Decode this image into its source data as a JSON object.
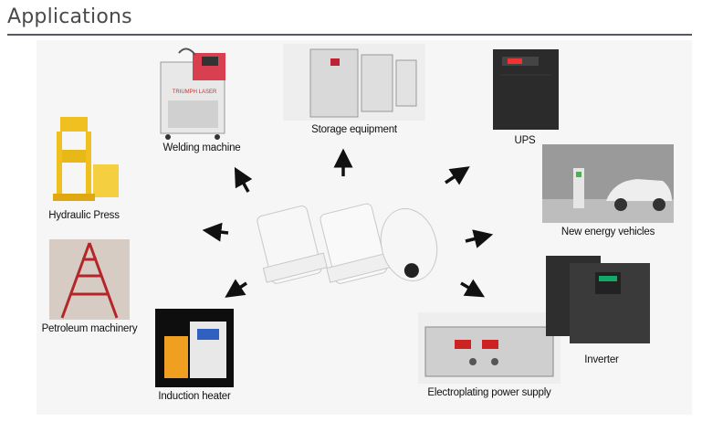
{
  "header": {
    "title": "Applications"
  },
  "applications": [
    {
      "label": "Welding machine",
      "brand": "TRIUMPH LASER"
    },
    {
      "label": "Storage equipment"
    },
    {
      "label": "UPS"
    },
    {
      "label": "Hydraulic Press"
    },
    {
      "label": "New energy vehicles"
    },
    {
      "label": "Petroleum machinery"
    },
    {
      "label": "Induction heater"
    },
    {
      "label": "Electroplating power supply"
    },
    {
      "label": "Inverter"
    }
  ],
  "colors": {
    "title": "#4a4a4a",
    "rule": "#555a60",
    "background": "#f6f6f6",
    "arrow": "#111111"
  }
}
